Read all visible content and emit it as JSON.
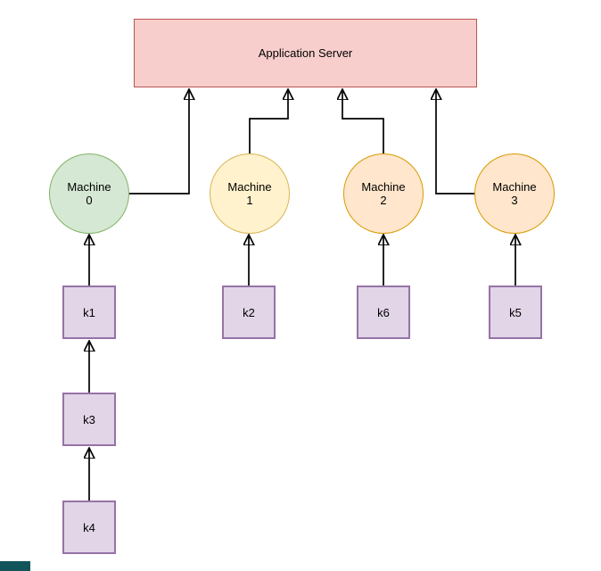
{
  "canvas": {
    "background": "#ffffff"
  },
  "diagram": {
    "server": {
      "label": "Application Server",
      "fill": "#f8cecc",
      "stroke": "#b85450"
    },
    "machines": [
      {
        "id": "machine-0",
        "lines": [
          "Machine",
          "0"
        ],
        "fill": "#d5e8d4",
        "stroke": "#82b366"
      },
      {
        "id": "machine-1",
        "lines": [
          "Machine",
          "1"
        ],
        "fill": "#fff2cc",
        "stroke": "#d6b656"
      },
      {
        "id": "machine-2",
        "lines": [
          "Machine",
          "2"
        ],
        "fill": "#ffe6cc",
        "stroke": "#d79b00"
      },
      {
        "id": "machine-3",
        "lines": [
          "Machine",
          "3"
        ],
        "fill": "#ffe6cc",
        "stroke": "#d79b00"
      }
    ],
    "keys": [
      {
        "id": "k1",
        "label": "k1"
      },
      {
        "id": "k2",
        "label": "k2"
      },
      {
        "id": "k6",
        "label": "k6"
      },
      {
        "id": "k5",
        "label": "k5"
      },
      {
        "id": "k3",
        "label": "k3"
      },
      {
        "id": "k4",
        "label": "k4"
      }
    ],
    "key_style": {
      "fill": "#e1d5e7",
      "stroke": "#9673a6"
    },
    "edge_color": "#000000",
    "edges": [
      {
        "from": "k4",
        "to": "k3"
      },
      {
        "from": "k3",
        "to": "k1"
      },
      {
        "from": "k1",
        "to": "machine-0"
      },
      {
        "from": "k2",
        "to": "machine-1"
      },
      {
        "from": "k6",
        "to": "machine-2"
      },
      {
        "from": "k5",
        "to": "machine-3"
      },
      {
        "from": "machine-0",
        "to": "application-server"
      },
      {
        "from": "machine-1",
        "to": "application-server"
      },
      {
        "from": "machine-2",
        "to": "application-server"
      },
      {
        "from": "machine-3",
        "to": "application-server"
      }
    ],
    "corner_badge_color": "#11545a"
  }
}
